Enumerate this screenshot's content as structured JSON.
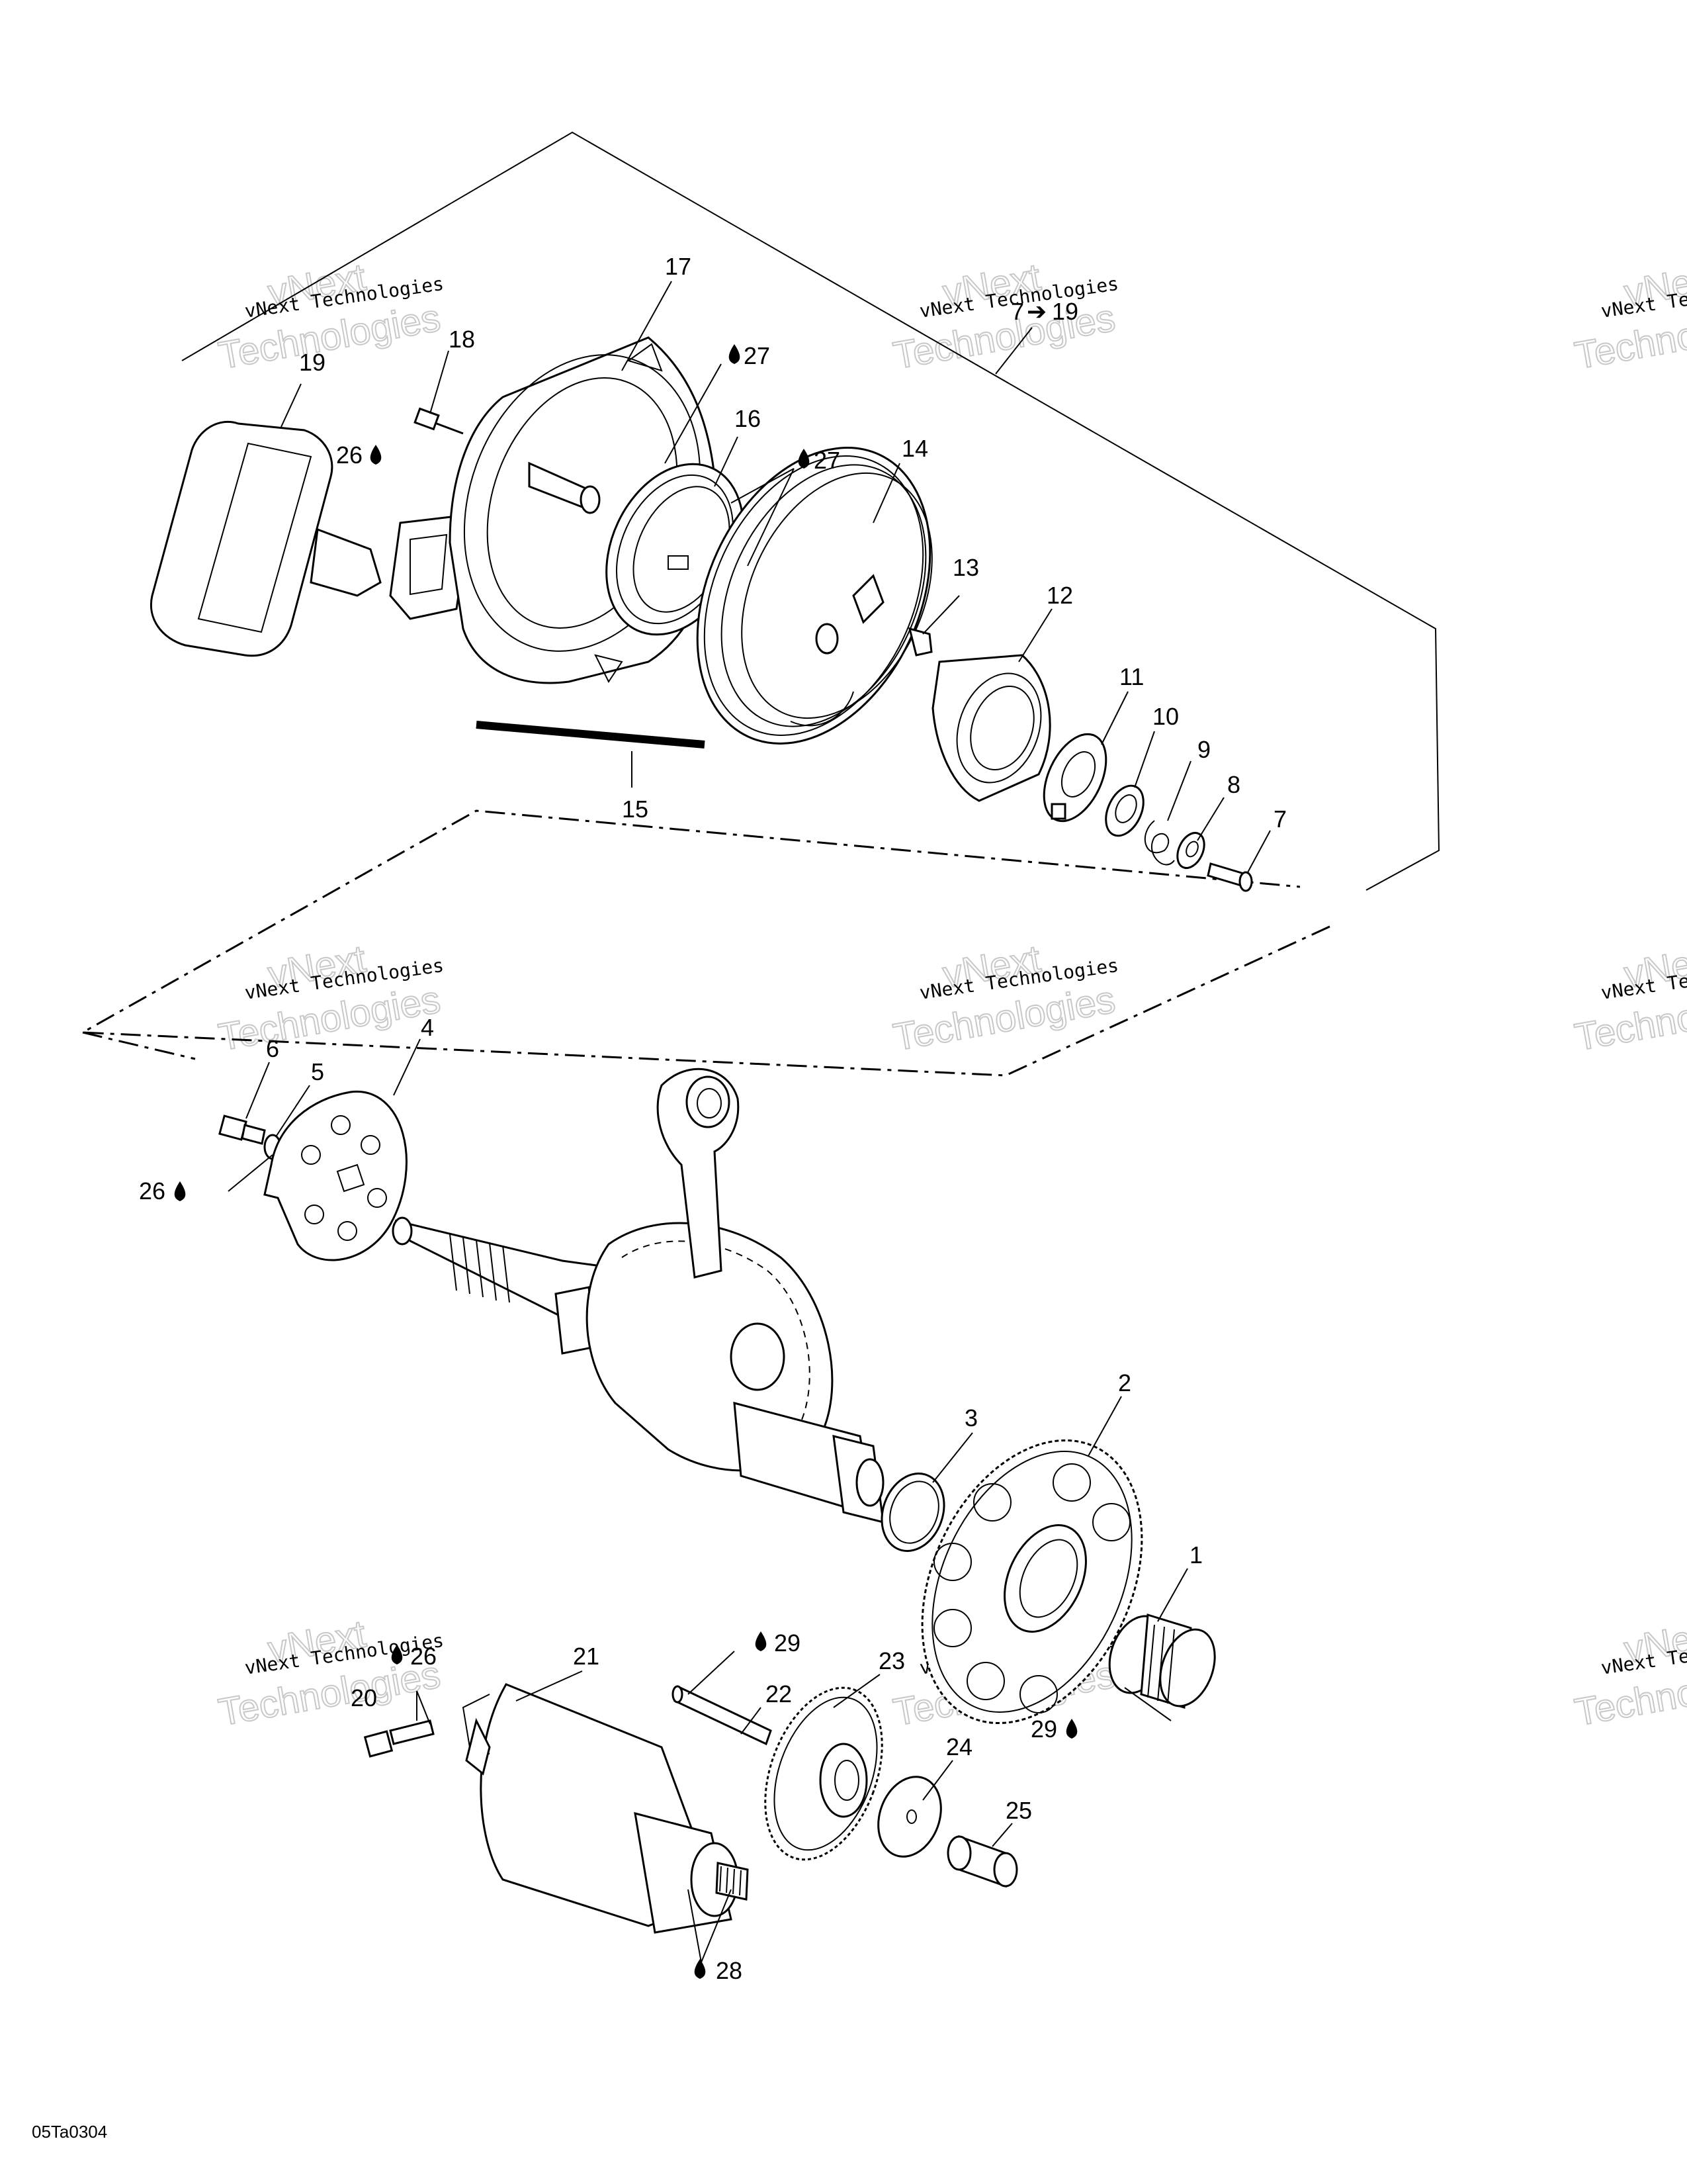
{
  "figure_code": "05Ta0304",
  "watermark": {
    "line1": "vNext Technologies",
    "line2": "vNext",
    "line3": "Technologies"
  },
  "group_note": {
    "from": "7",
    "to": "19"
  },
  "callouts": [
    {
      "id": "c1",
      "text": "1"
    },
    {
      "id": "c2",
      "text": "2"
    },
    {
      "id": "c3",
      "text": "3"
    },
    {
      "id": "c4",
      "text": "4"
    },
    {
      "id": "c5",
      "text": "5"
    },
    {
      "id": "c6",
      "text": "6"
    },
    {
      "id": "c7",
      "text": "7"
    },
    {
      "id": "c8",
      "text": "8"
    },
    {
      "id": "c9",
      "text": "9"
    },
    {
      "id": "c10",
      "text": "10"
    },
    {
      "id": "c11",
      "text": "11"
    },
    {
      "id": "c12",
      "text": "12"
    },
    {
      "id": "c13",
      "text": "13"
    },
    {
      "id": "c14",
      "text": "14"
    },
    {
      "id": "c15",
      "text": "15"
    },
    {
      "id": "c16",
      "text": "16"
    },
    {
      "id": "c17",
      "text": "17"
    },
    {
      "id": "c18",
      "text": "18"
    },
    {
      "id": "c19",
      "text": "19"
    },
    {
      "id": "c20",
      "text": "20"
    },
    {
      "id": "c21",
      "text": "21"
    },
    {
      "id": "c22",
      "text": "22"
    },
    {
      "id": "c23",
      "text": "23"
    },
    {
      "id": "c24",
      "text": "24"
    },
    {
      "id": "c25",
      "text": "25"
    }
  ],
  "lubricant_callouts": [
    {
      "id": "l26a",
      "text": "26"
    },
    {
      "id": "l26b",
      "text": "26"
    },
    {
      "id": "l26c",
      "text": "26"
    },
    {
      "id": "l27a",
      "text": "27"
    },
    {
      "id": "l27b",
      "text": "27"
    },
    {
      "id": "l28",
      "text": "28"
    },
    {
      "id": "l29a",
      "text": "29"
    },
    {
      "id": "l29b",
      "text": "29"
    }
  ]
}
